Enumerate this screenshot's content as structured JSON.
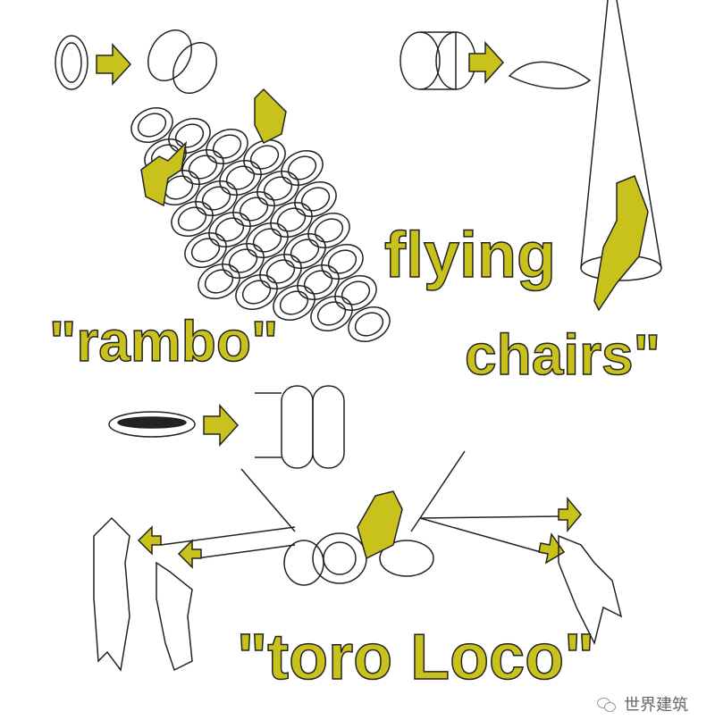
{
  "labels": {
    "rambo": "\"rambo\"",
    "flying": "flying",
    "chairs": "chairs\"",
    "toro_loco": "\"toro Loco\""
  },
  "watermark": "世界建筑",
  "colors": {
    "accent": "#c9c21c",
    "stroke": "#222222"
  }
}
